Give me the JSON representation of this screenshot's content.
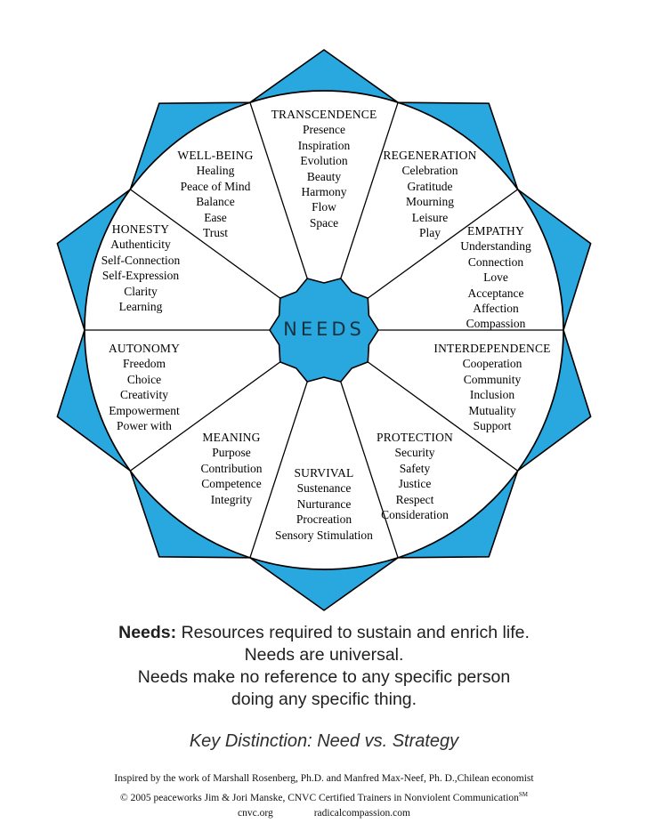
{
  "wheel": {
    "center_label": "NEEDS",
    "sectors": [
      {
        "name": "TRANSCENDENCE",
        "items": [
          "Presence",
          "Inspiration",
          "Evolution",
          "Beauty",
          "Harmony",
          "Flow",
          "Space"
        ]
      },
      {
        "name": "WELL-BEING",
        "items": [
          "Healing",
          "Peace of Mind",
          "Balance",
          "Ease",
          "Trust"
        ]
      },
      {
        "name": "REGENERATION",
        "items": [
          "Celebration",
          "Gratitude",
          "Mourning",
          "Leisure",
          "Play"
        ]
      },
      {
        "name": "HONESTY",
        "items": [
          "Authenticity",
          "Self-Connection",
          "Self-Expression",
          "Clarity",
          "Learning"
        ]
      },
      {
        "name": "EMPATHY",
        "items": [
          "Understanding",
          "Connection",
          "Love",
          "Acceptance",
          "Affection",
          "Compassion"
        ]
      },
      {
        "name": "AUTONOMY",
        "items": [
          "Freedom",
          "Choice",
          "Creativity",
          "Empowerment",
          "Power with"
        ]
      },
      {
        "name": "INTERDEPENDENCE",
        "items": [
          "Cooperation",
          "Community",
          "Inclusion",
          "Mutuality",
          "Support"
        ]
      },
      {
        "name": "MEANING",
        "items": [
          "Purpose",
          "Contribution",
          "Competence",
          "Integrity"
        ]
      },
      {
        "name": "PROTECTION",
        "items": [
          "Security",
          "Safety",
          "Justice",
          "Respect",
          "Consideration"
        ]
      },
      {
        "name": "SURVIVAL",
        "items": [
          "Sustenance",
          "Nurturance",
          "Procreation",
          "Sensory Stimulation"
        ]
      }
    ]
  },
  "colors": {
    "star_blue": "#29A8E0",
    "outline": "#000000",
    "center_text": "#17323f"
  },
  "caption": {
    "lead": "Needs:",
    "line1": "  Resources required to sustain and enrich life.",
    "line2": "Needs are universal.",
    "line3": "Needs make no reference to any specific person",
    "line4": "doing any specific thing.",
    "key_distinction": "Key Distinction:  Need vs. Strategy"
  },
  "footer": {
    "line1": "Inspired by the work of  Marshall Rosenberg, Ph.D. and Manfred Max-Neef, Ph. D.,Chilean economist",
    "line2": "© 2005 peaceworks Jim & Jori Manske, CNVC Certified Trainers in Nonviolent Communication",
    "trademark": "SM",
    "site1": "cnvc.org",
    "site2": "radicalcompassion.com"
  }
}
